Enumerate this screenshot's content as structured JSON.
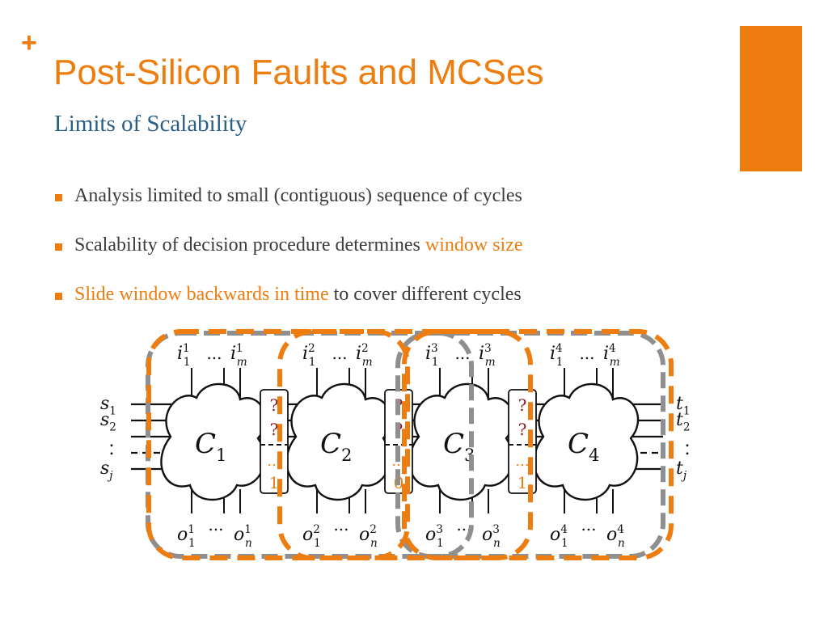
{
  "slide": {
    "plus_glyph": "+",
    "title": "Post-Silicon Faults and MCSes",
    "subtitle": "Limits of Scalability",
    "accent_color": "#ee7d10",
    "subtitle_color": "#2a5f85"
  },
  "bullets": [
    {
      "before": "Analysis limited to small (contiguous) sequence of cycles",
      "highlight": "",
      "after": ""
    },
    {
      "before": "Scalability of decision procedure determines ",
      "highlight": "window size",
      "after": ""
    },
    {
      "before": "",
      "highlight": "Slide window backwards in time",
      "after": " to cover different cycles"
    }
  ],
  "diagram": {
    "state_inputs": {
      "s1": "s",
      "s1_sub": "1",
      "s2": "s",
      "s2_sub": "2",
      "sj": "s",
      "sj_sub": "j"
    },
    "state_outputs": {
      "t1": "t",
      "t1_sub": "1",
      "t2": "t",
      "t2_sub": "2",
      "tj": "t",
      "tj_sub": "j"
    },
    "copies": [
      {
        "name": "C",
        "index": "1",
        "in_first": "i",
        "in_last": "i",
        "in_sub_first": "1",
        "in_sub_last": "m",
        "sup": "1",
        "dots": "...",
        "out_first": "o",
        "out_last": "o",
        "out_sub_first": "1",
        "out_sub_last": "n"
      },
      {
        "name": "C",
        "index": "2",
        "in_first": "i",
        "in_last": "i",
        "in_sub_first": "1",
        "in_sub_last": "m",
        "sup": "2",
        "dots": "...",
        "out_first": "o",
        "out_last": "o",
        "out_sub_first": "1",
        "out_sub_last": "n"
      },
      {
        "name": "C",
        "index": "3",
        "in_first": "i",
        "in_last": "i",
        "in_sub_first": "1",
        "in_sub_last": "m",
        "sup": "3",
        "dots": "...",
        "out_first": "o",
        "out_last": "o",
        "out_sub_first": "1",
        "out_sub_last": "n"
      },
      {
        "name": "C",
        "index": "4",
        "in_first": "i",
        "in_last": "i",
        "in_sub_first": "1",
        "in_sub_last": "m",
        "sup": "4",
        "dots": "...",
        "out_first": "o",
        "out_last": "o",
        "out_sub_first": "1",
        "out_sub_last": "n"
      }
    ],
    "registers": [
      {
        "q1": "?",
        "q2": "?",
        "dots": "...",
        "bit": "1"
      },
      {
        "q1": "?",
        "q2": "?",
        "dots": "...",
        "bit": "0"
      },
      {
        "q1": "?",
        "q2": "?",
        "dots": "...",
        "bit": "1"
      }
    ],
    "question_color": "#8b1a1a",
    "bit_color": "#ee7d10"
  }
}
